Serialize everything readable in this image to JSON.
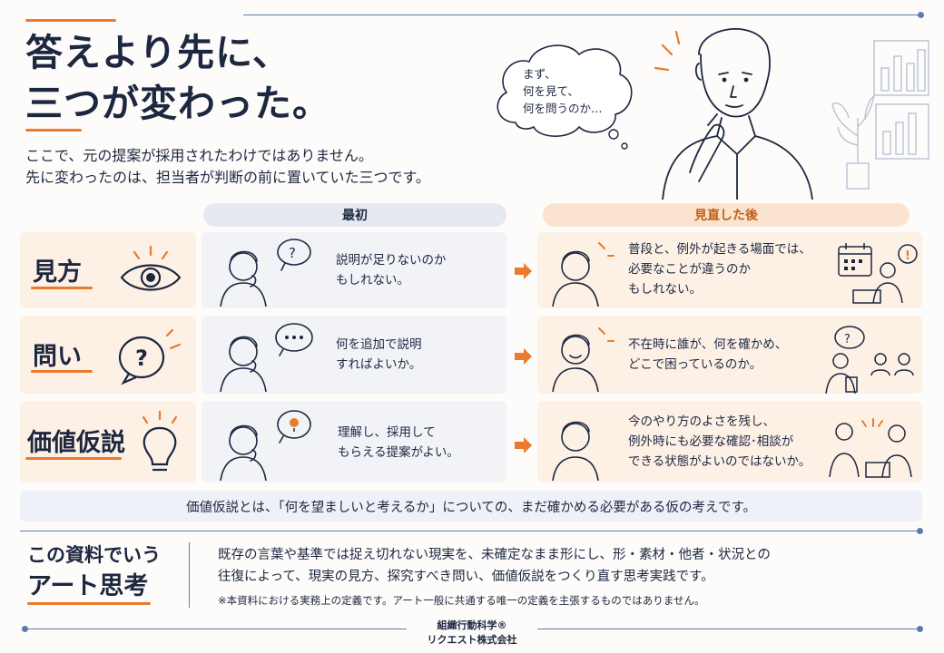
{
  "header": {
    "title_line1": "答えより先に、",
    "title_line2": "三つが変わった。",
    "intro_line1": "ここで、元の提案が採用されたわけではありません。",
    "intro_line2": "先に変わったのは、担当者が判断の前に置いていた三つです。",
    "thought_bubble": [
      "まず、",
      "何を見て、",
      "何を問うのか…"
    ]
  },
  "columns": {
    "before": "最初",
    "after": "見直した後"
  },
  "rows": [
    {
      "label": "見方",
      "before": [
        "説明が足りないのか",
        "もしれない。"
      ],
      "after": [
        "普段と、例外が起きる場面では、",
        "必要なことが違うのか",
        "もしれない。"
      ]
    },
    {
      "label": "問い",
      "before": [
        "何を追加で説明",
        "すればよいか。"
      ],
      "after": [
        "不在時に誰が、何を確かめ、",
        "どこで困っているのか。"
      ]
    },
    {
      "label": "価値仮説",
      "before": [
        "理解し、採用して",
        "もらえる提案がよい。"
      ],
      "after": [
        "今のやり方のよさを残し、",
        "例外時にも必要な確認･相談が",
        "できる状態がよいのではないか。"
      ]
    }
  ],
  "value_note": "価値仮説とは、「何を望ましいと考えるか」についての、まだ確かめる必要がある仮の考えです。",
  "definition": {
    "title_line1": "この資料でいう",
    "title_line2": "アート思考",
    "text_line1": "既存の言葉や基準では捉え切れない現実を、未確定なまま形にし、形・素材・他者・状況との",
    "text_line2": "往復によって、現実の見方、探究すべき問い、価値仮説をつくり直す思考実践です。",
    "note": "※本資料における実務上の定義です。アート一般に共通する唯一の定義を主張するものではありません。"
  },
  "footer": {
    "line1": "組織行動科学®",
    "line2": "リクエスト株式会社"
  },
  "colors": {
    "navy": "#1d2740",
    "orange": "#e97a2e",
    "blue_line": "#5e7bb0"
  }
}
